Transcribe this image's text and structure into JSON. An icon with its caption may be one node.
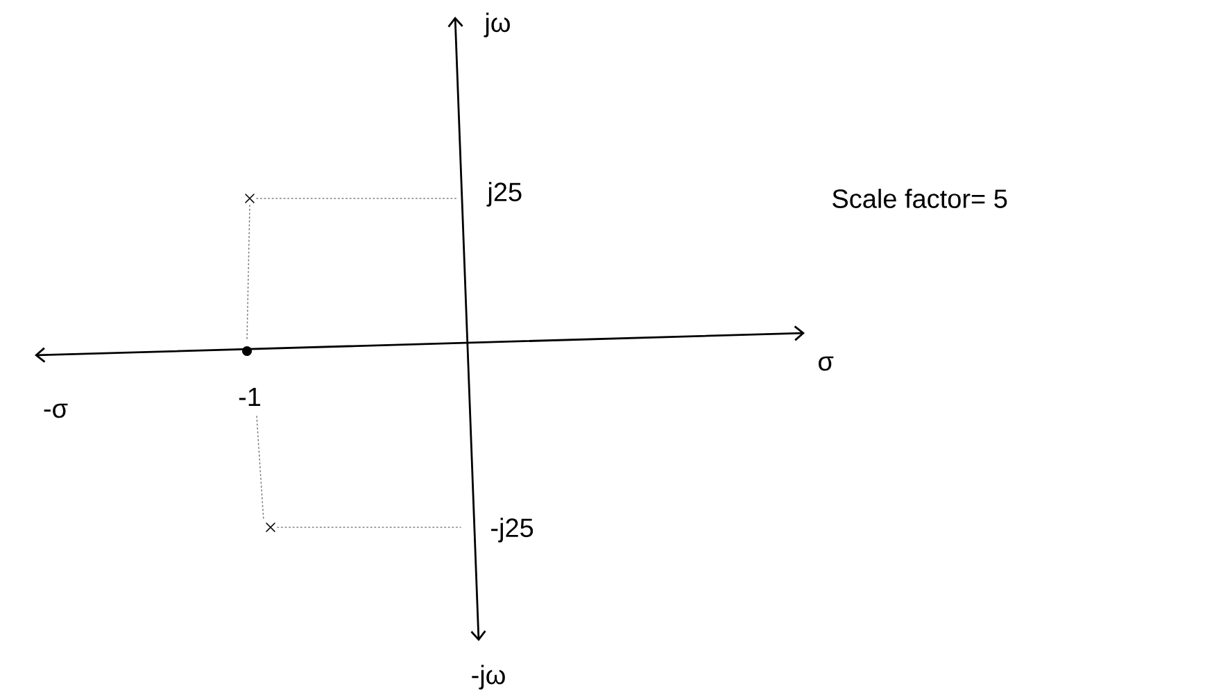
{
  "diagram": {
    "labels": [
      "jω",
      "j25",
      "Scale factor= 5",
      "σ",
      "-σ",
      "-1",
      "-j25",
      "-jω"
    ]
  }
}
